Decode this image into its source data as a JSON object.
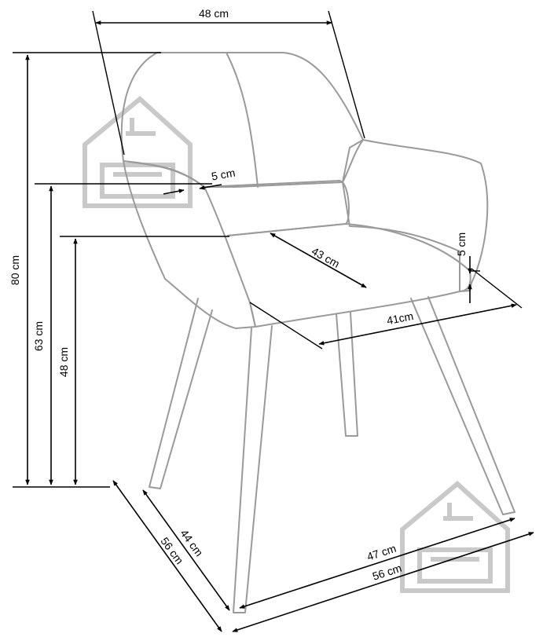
{
  "dimensions": {
    "top_width": "48 cm",
    "total_height": "80 cm",
    "armrest_height": "63 cm",
    "seat_height": "48 cm",
    "armrest_thickness": "5 cm",
    "seat_depth": "43 cm",
    "seat_thickness": "5 cm",
    "seat_width": "41cm",
    "leg_depth": "44 cm",
    "total_depth": "56 cm",
    "leg_width": "47 cm",
    "total_width": "56 cm"
  },
  "colors": {
    "outline": "#9a9a9a",
    "dimension_line": "#000000",
    "watermark": "#c9c9c9"
  },
  "icons": [
    "house-sofa-watermark-icon"
  ]
}
